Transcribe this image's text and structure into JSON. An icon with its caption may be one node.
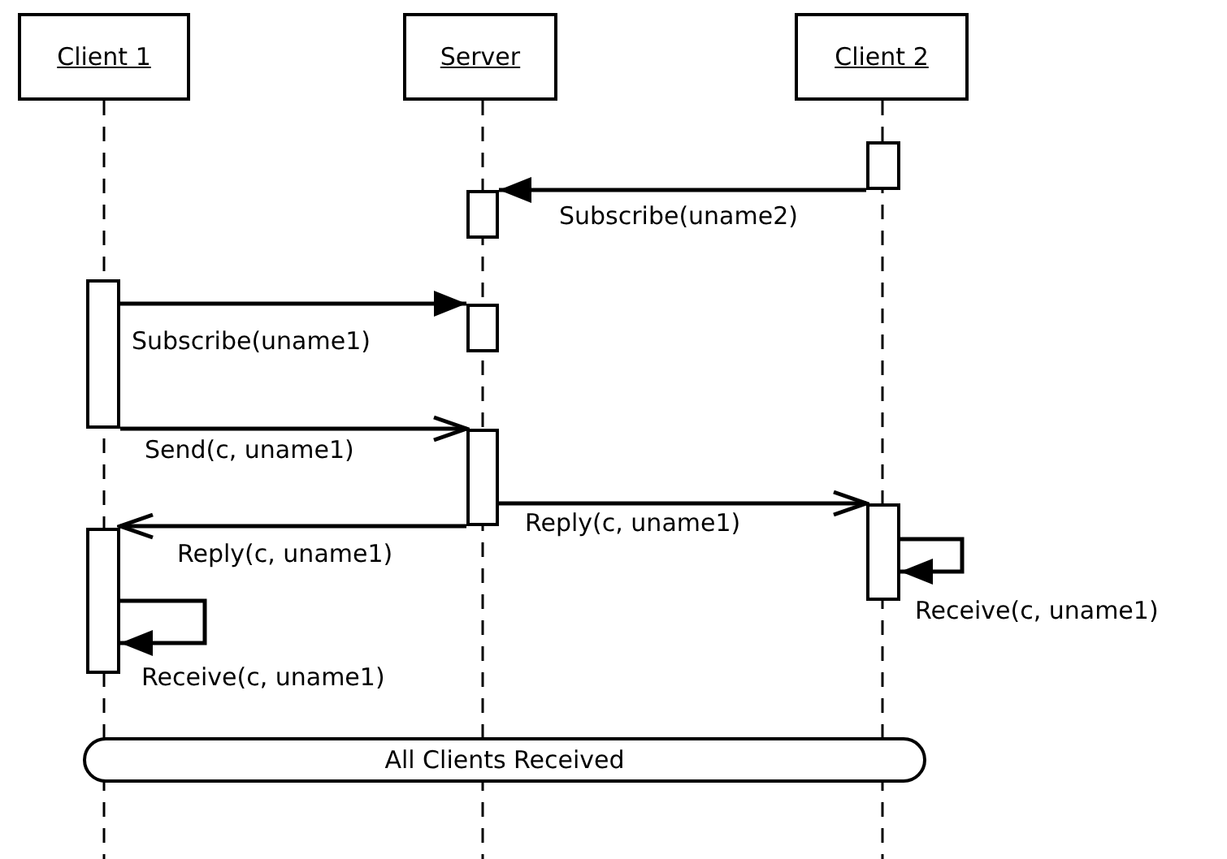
{
  "diagram": {
    "nodes": [
      {
        "text": [
          "Client 1"
        ]
      },
      {
        "text": [
          "Server"
        ]
      },
      {
        "text": [
          "Client 2"
        ]
      },
      {
        "text": [],
        "shape": "bar"
      },
      {
        "text": [],
        "shape": "bar"
      },
      {
        "text": [],
        "shape": "bar"
      },
      {
        "text": [],
        "shape": "bar"
      },
      {
        "text": [],
        "shape": "bar"
      },
      {
        "text": [],
        "shape": "bar"
      },
      {
        "text": [],
        "shape": "bar"
      },
      {
        "text": [
          "All Clients Received"
        ]
      }
    ],
    "edges": [
      {
        "from": 3,
        "to": 4,
        "arrow": "to",
        "label": "Subscribe(uname2)"
      },
      {
        "from": 5,
        "to": 6,
        "arrow": "to",
        "label": "Subscribe(uname1)"
      },
      {
        "from": 5,
        "to": 7,
        "arrow": "to",
        "label": "Send(c, uname1)"
      },
      {
        "from": 7,
        "to": 8,
        "arrow": "to",
        "label": "Reply(c, uname1)"
      },
      {
        "from": 7,
        "to": 9,
        "arrow": "to",
        "label": "Reply(c, uname1)"
      },
      {
        "from": 8,
        "to": 8,
        "arrow": "to",
        "label": "Receive(c, uname1)"
      },
      {
        "from": 9,
        "to": 9,
        "arrow": "to",
        "label": "Receive(c, uname1)"
      }
    ]
  }
}
